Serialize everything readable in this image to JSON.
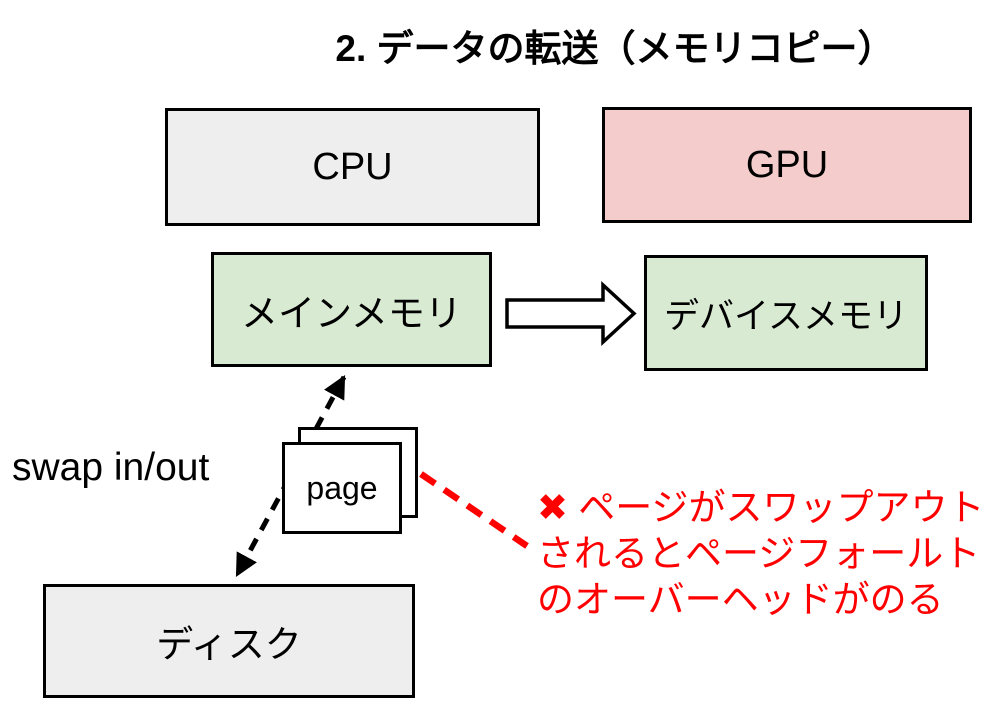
{
  "title": "2. データの転送（メモリコピー）",
  "boxes": {
    "cpu": {
      "label": "CPU"
    },
    "gpu": {
      "label": "GPU"
    },
    "main_memory": {
      "label": "メインメモリ"
    },
    "device_memory": {
      "label": "デバイスメモリ"
    },
    "disk": {
      "label": "ディスク"
    }
  },
  "page_stack": {
    "label": "page"
  },
  "swap_label": "swap in/out",
  "note": {
    "line1": "✖ ページがスワップアウト",
    "line2": "されるとページフォールト",
    "line3": "のオーバーヘッドがのる"
  },
  "colors": {
    "box_gray": "#eeeeee",
    "box_pink": "#f4cccc",
    "box_green": "#d9ead3",
    "note_red": "#ff0000",
    "line_black": "#000000"
  }
}
